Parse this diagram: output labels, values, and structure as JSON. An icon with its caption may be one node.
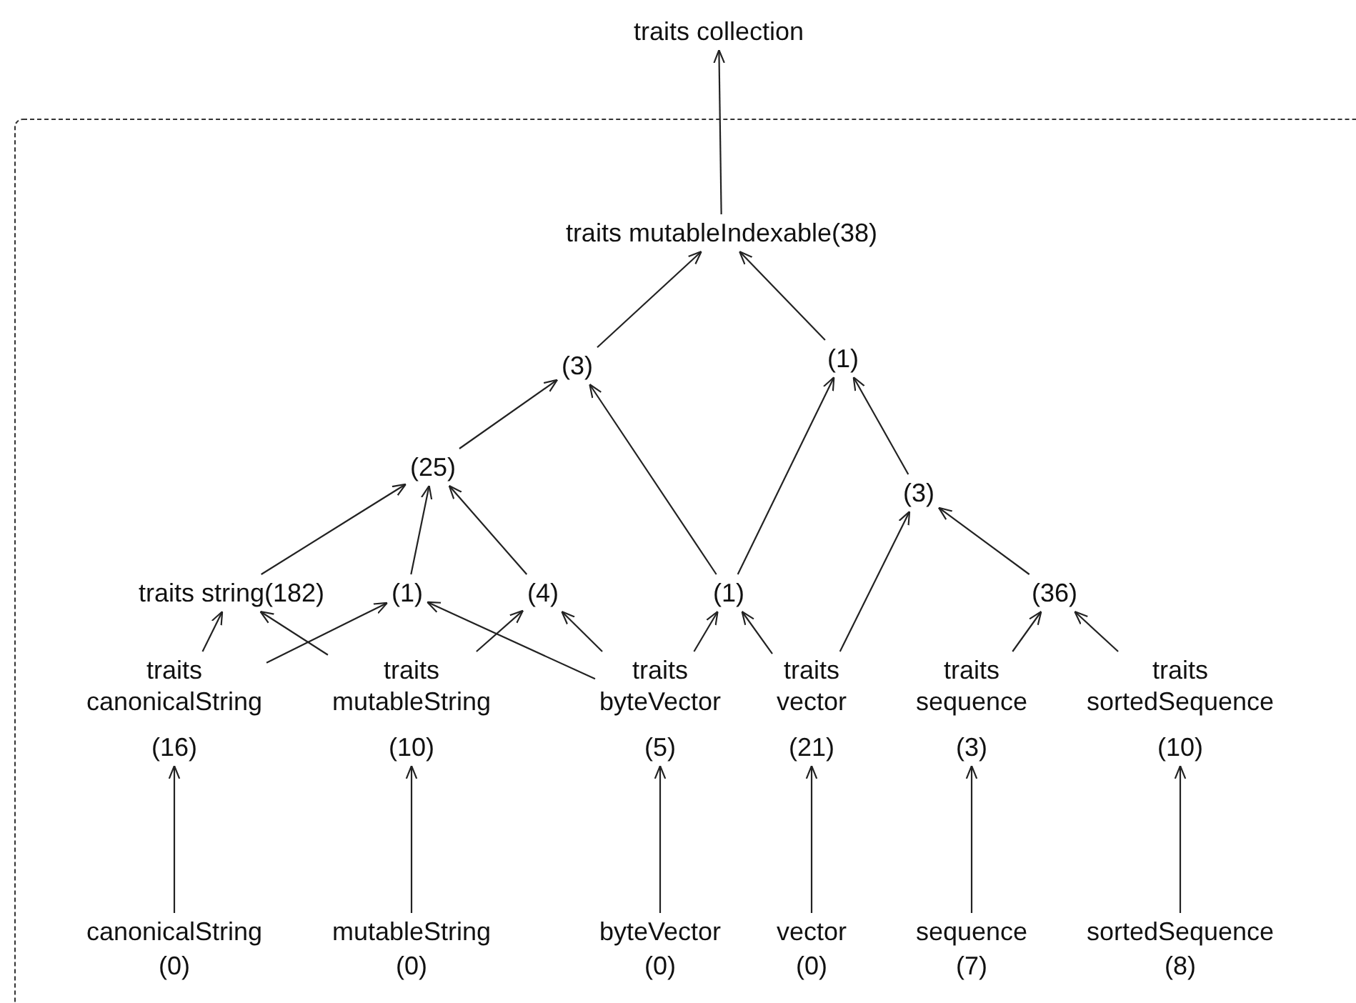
{
  "diagram": {
    "nodes": [
      {
        "text": [
          "traits collection"
        ]
      },
      {
        "text": [
          "traits mutableIndexable(38)"
        ]
      },
      {
        "text": [
          "(3)"
        ]
      },
      {
        "text": [
          "(1)"
        ]
      },
      {
        "text": [
          "(25)"
        ]
      },
      {
        "text": [
          "(3)"
        ]
      },
      {
        "text": [
          "traits string(182)"
        ]
      },
      {
        "text": [
          "(1)"
        ]
      },
      {
        "text": [
          "(4)"
        ]
      },
      {
        "text": [
          "(1)"
        ]
      },
      {
        "text": [
          "(36)"
        ]
      },
      {
        "text": [
          "traits canonicalString",
          "(16)"
        ]
      },
      {
        "text": [
          "traits mutableString",
          "(10)"
        ]
      },
      {
        "text": [
          "traits byteVector",
          "(5)"
        ]
      },
      {
        "text": [
          "traits vector",
          "(21)"
        ]
      },
      {
        "text": [
          "traits sequence",
          "(3)"
        ]
      },
      {
        "text": [
          "traits sortedSequence",
          "(10)"
        ]
      },
      {
        "text": [
          "canonicalString",
          "(0)"
        ]
      },
      {
        "text": [
          "mutableString",
          "(0)"
        ]
      },
      {
        "text": [
          "byteVector",
          "(0)"
        ]
      },
      {
        "text": [
          "vector",
          "(0)"
        ]
      },
      {
        "text": [
          "sequence",
          "(7)"
        ]
      },
      {
        "text": [
          "sortedSequence",
          "(8)"
        ]
      }
    ],
    "edges": [
      {
        "from": 1,
        "to": 0,
        "arrow": "to"
      },
      {
        "from": 2,
        "to": 1,
        "arrow": "to"
      },
      {
        "from": 3,
        "to": 1,
        "arrow": "to"
      },
      {
        "from": 4,
        "to": 2,
        "arrow": "to"
      },
      {
        "from": 9,
        "to": 2,
        "arrow": "to"
      },
      {
        "from": 9,
        "to": 3,
        "arrow": "to"
      },
      {
        "from": 5,
        "to": 3,
        "arrow": "to"
      },
      {
        "from": 6,
        "to": 4,
        "arrow": "to"
      },
      {
        "from": 7,
        "to": 4,
        "arrow": "to"
      },
      {
        "from": 8,
        "to": 4,
        "arrow": "to"
      },
      {
        "from": 14,
        "to": 5,
        "arrow": "to"
      },
      {
        "from": 10,
        "to": 5,
        "arrow": "to"
      },
      {
        "from": 11,
        "to": 6,
        "arrow": "to"
      },
      {
        "from": 11,
        "to": 7,
        "arrow": "to"
      },
      {
        "from": 12,
        "to": 6,
        "arrow": "to"
      },
      {
        "from": 12,
        "to": 8,
        "arrow": "to"
      },
      {
        "from": 13,
        "to": 7,
        "arrow": "to"
      },
      {
        "from": 13,
        "to": 8,
        "arrow": "to"
      },
      {
        "from": 13,
        "to": 9,
        "arrow": "to"
      },
      {
        "from": 14,
        "to": 9,
        "arrow": "to"
      },
      {
        "from": 15,
        "to": 10,
        "arrow": "to"
      },
      {
        "from": 16,
        "to": 10,
        "arrow": "to"
      },
      {
        "from": 17,
        "to": 11,
        "arrow": "to"
      },
      {
        "from": 18,
        "to": 12,
        "arrow": "to"
      },
      {
        "from": 19,
        "to": 13,
        "arrow": "to"
      },
      {
        "from": 20,
        "to": 14,
        "arrow": "to"
      },
      {
        "from": 21,
        "to": 15,
        "arrow": "to"
      },
      {
        "from": 22,
        "to": 16,
        "arrow": "to"
      }
    ]
  }
}
